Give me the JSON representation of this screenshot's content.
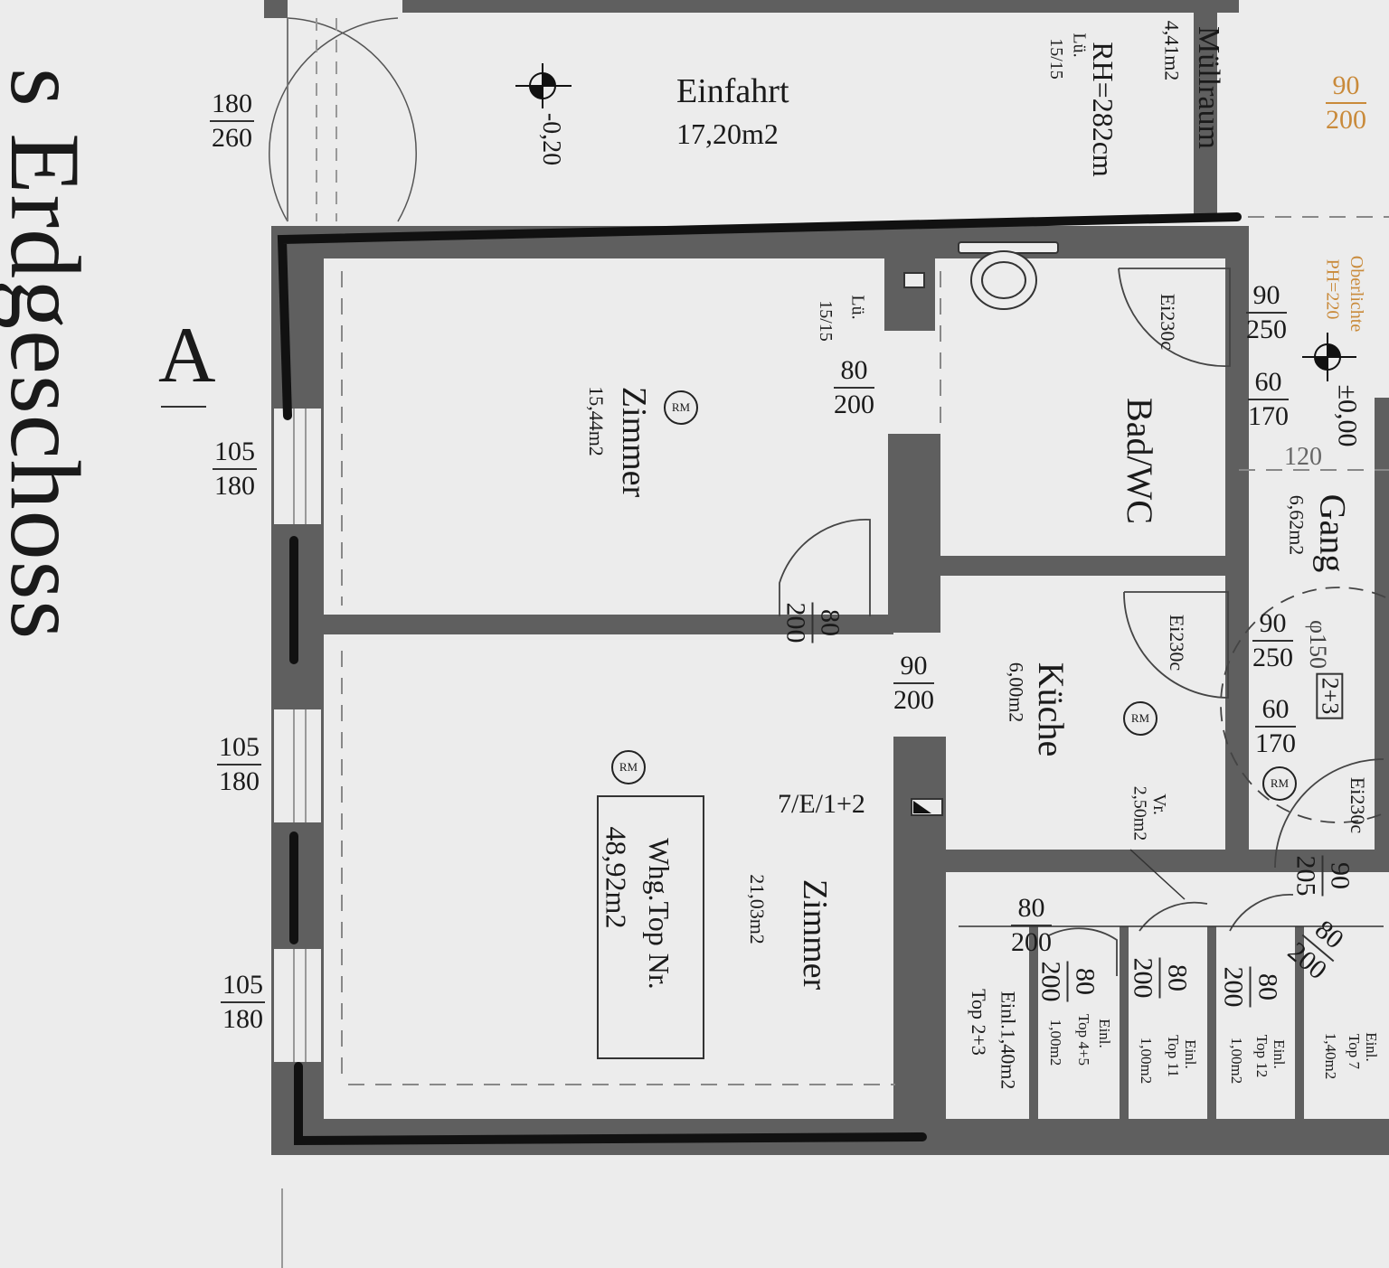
{
  "title": "s Erdgeschoss",
  "section_marker": "A",
  "rooms": {
    "einfahrt": {
      "name": "Einfahrt",
      "area": "17,20m2"
    },
    "muellraum": {
      "name": "Müllraum",
      "area": "4,41m2",
      "height": "RH=282cm",
      "lue_label": "Lü.",
      "lue_value": "15/15"
    },
    "zimmer1": {
      "name": "Zimmer",
      "area": "15,44m2"
    },
    "zimmer2": {
      "name": "Zimmer",
      "area": "21,03m2"
    },
    "bad": {
      "name": "Bad/WC"
    },
    "kueche": {
      "name": "Küche",
      "area": "6,00m2"
    },
    "gang": {
      "name": "Gang",
      "area": "6,62m2"
    },
    "vr": {
      "name": "Vr.",
      "area": "2,50m2"
    }
  },
  "unit": {
    "label": "Whg.Top Nr.",
    "area": "48,92m2",
    "code": "7/E/1+2"
  },
  "levels": {
    "outside": "-0,20",
    "inside": "±0,00"
  },
  "lue_small": {
    "label": "Lü.",
    "value": "15/15"
  },
  "rm": "RM",
  "ei30": "Ei230c",
  "window_dims": [
    {
      "num": "180",
      "den": "260"
    },
    {
      "num": "105",
      "den": "180"
    },
    {
      "num": "105",
      "den": "180"
    },
    {
      "num": "105",
      "den": "180"
    }
  ],
  "door_dims": {
    "d1": {
      "num": "80",
      "den": "200"
    },
    "d2": {
      "num": "80",
      "den": "200"
    },
    "d3": {
      "num": "90",
      "den": "200"
    },
    "d4": {
      "num": "90",
      "den": "250"
    },
    "d5": {
      "num": "60",
      "den": "170"
    },
    "d6": {
      "num": "90",
      "den": "250"
    },
    "d7": {
      "num": "60",
      "den": "170"
    },
    "d8": {
      "num": "90",
      "den": "205"
    },
    "d9": {
      "num": "80",
      "den": "200"
    },
    "d10": {
      "num": "80",
      "den": "200"
    },
    "d11": {
      "num": "80",
      "den": "200"
    },
    "d12": {
      "num": "80",
      "den": "200"
    },
    "d13": {
      "num": "80",
      "den": "200"
    },
    "d14": {
      "num": "80",
      "den": "200"
    },
    "top_right": {
      "num": "90",
      "den": "200"
    }
  },
  "misc": {
    "width_120": "120",
    "phi150": "φ150",
    "oberlichte": "Oberlichte",
    "ph220": "PH=220",
    "two_plus_three": "2+3"
  },
  "einl": [
    {
      "label": "Einl.",
      "top": "Top 7",
      "area": "1,40m2"
    },
    {
      "label": "Einl.",
      "top": "Top 12",
      "area": "1,00m2"
    },
    {
      "label": "Einl.",
      "top": "Top 11",
      "area": "1,00m2"
    },
    {
      "label": "Einl.",
      "top": "Top 4+5",
      "area": "1,00m2"
    },
    {
      "label": "Einl.1,40m2",
      "top": "Top 2+3",
      "area": ""
    }
  ],
  "colors": {
    "wall": "#5f5f5f",
    "bold_wall": "#111111",
    "paper": "#ececec",
    "orange": "#c98a3a"
  }
}
